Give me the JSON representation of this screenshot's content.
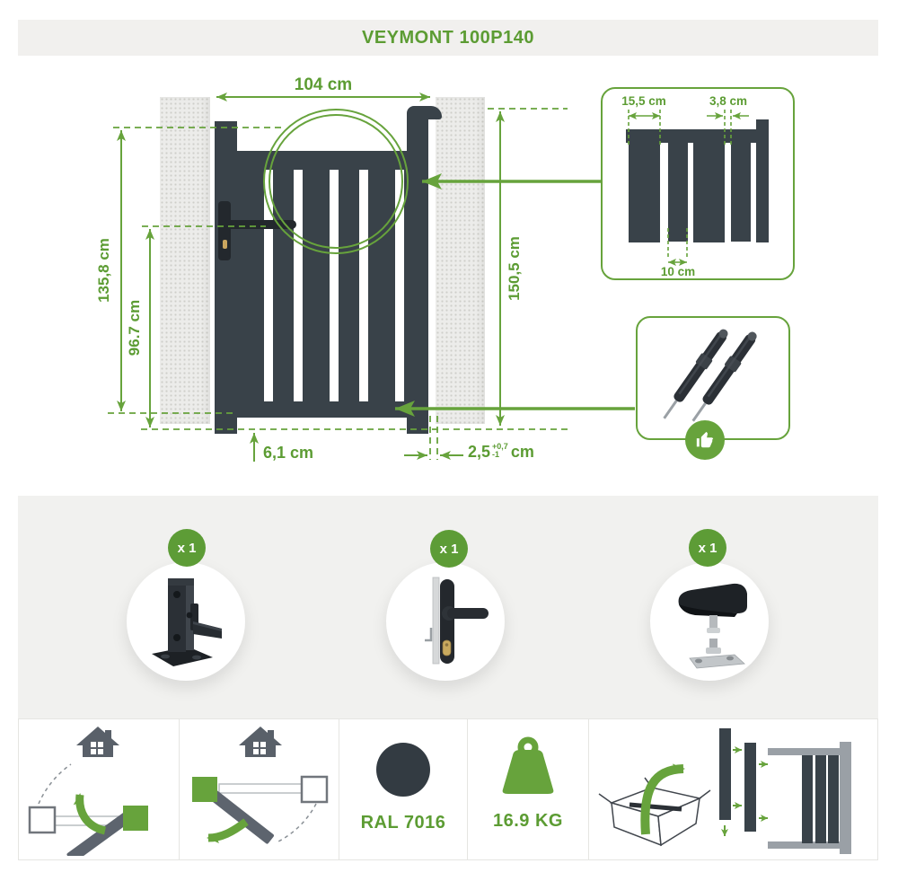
{
  "title": "VEYMONT 100P140",
  "colors": {
    "accent_green": "#67a33c",
    "gate_anthracite": "#394249",
    "ral_swatch": "#333b42"
  },
  "gate_diagram": {
    "width_label": "104 cm",
    "total_height_label": "135,8 cm",
    "handle_height_label": "96.7 cm",
    "pillar_height_label": "150,5 cm",
    "ground_clearance_label": "6,1 cm",
    "side_gap_value": "2,5",
    "side_gap_tolerance_plus": "+0,7",
    "side_gap_tolerance_minus": "-1",
    "side_gap_unit": "cm"
  },
  "slat_detail_box": {
    "wide_slat_label": "15,5 cm",
    "gap_label": "3,8 cm",
    "narrow_slat_label": "10 cm"
  },
  "included_parts": [
    {
      "qty_label": "x 1",
      "name": "gate stop latch"
    },
    {
      "qty_label": "x 1",
      "name": "lever handle with cylinder"
    },
    {
      "qty_label": "x 1",
      "name": "ground catch"
    }
  ],
  "specs": {
    "color_label": "RAL 7016",
    "weight_label": "16.9 KG"
  }
}
